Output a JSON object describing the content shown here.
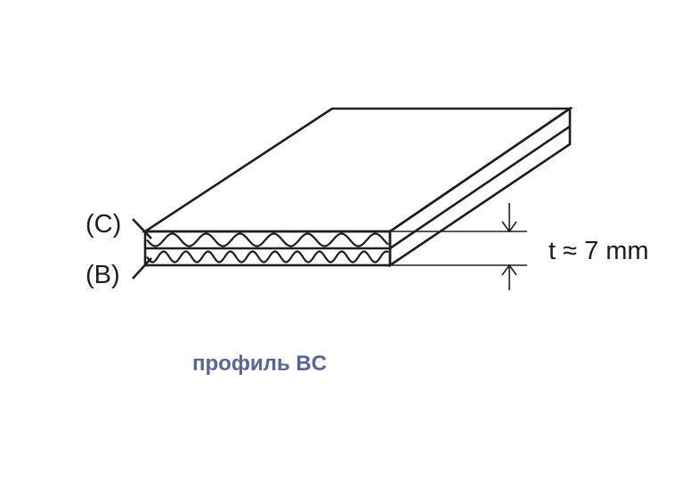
{
  "labels": {
    "layer_top": "(C)",
    "layer_bottom": "(B)",
    "thickness": "t ≈ 7 mm",
    "caption": "профиль BC"
  },
  "colors": {
    "line": "#1e1e1e",
    "caption": "#5a6496"
  },
  "icons": {
    "board": "corrugated-board-drawing",
    "dimension": "dimension-arrows-icon"
  }
}
